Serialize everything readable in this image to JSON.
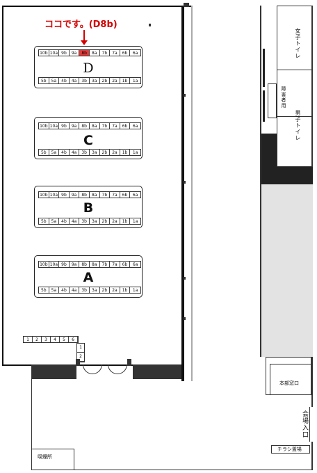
{
  "annotation": {
    "text": "ココです。(D8b)",
    "color": "#d40000"
  },
  "islands": [
    {
      "label": "D",
      "top_row": [
        "10b",
        "10a",
        "9b",
        "9a",
        "8b",
        "8a",
        "7b",
        "7a",
        "6b",
        "6a"
      ],
      "bottom_row": [
        "5b",
        "5a",
        "4b",
        "4a",
        "3b",
        "3a",
        "2b",
        "2a",
        "1b",
        "1a"
      ]
    },
    {
      "label": "C",
      "top_row": [
        "10b",
        "10a",
        "9b",
        "9a",
        "8b",
        "8a",
        "7b",
        "7a",
        "6b",
        "6a"
      ],
      "bottom_row": [
        "5b",
        "5a",
        "4b",
        "4a",
        "3b",
        "3a",
        "2b",
        "2a",
        "1b",
        "1a"
      ]
    },
    {
      "label": "B",
      "top_row": [
        "10b",
        "10a",
        "9b",
        "9a",
        "8b",
        "8a",
        "7b",
        "7a",
        "6b",
        "6a"
      ],
      "bottom_row": [
        "5b",
        "5a",
        "4b",
        "4a",
        "3b",
        "3a",
        "2b",
        "2a",
        "1b",
        "1a"
      ]
    },
    {
      "label": "A",
      "top_row": [
        "10b",
        "10a",
        "9b",
        "9a",
        "8b",
        "8a",
        "7b",
        "7a",
        "6b",
        "6a"
      ],
      "bottom_row": [
        "5b",
        "5a",
        "4b",
        "4a",
        "3b",
        "3a",
        "2b",
        "2a",
        "1b",
        "1a"
      ]
    }
  ],
  "highlighted_booth": "D8b",
  "wall_booths": {
    "row": [
      "1",
      "2",
      "3",
      "4",
      "5",
      "6"
    ],
    "column": [
      "1",
      "2"
    ]
  },
  "rooms": {
    "womens_toilet": "女子トイレ",
    "accessible_toilet": "障害者用",
    "mens_toilet": "男子トイレ",
    "headquarters": "本部窓口",
    "entrance": "会場入口",
    "flyer_area": "チラシ置場",
    "smoking_area": "喫煙所"
  },
  "colors": {
    "highlight": "#e23a3a",
    "wall": "#333333",
    "stage": "#e3e3e3",
    "text_red": "#d40000"
  }
}
